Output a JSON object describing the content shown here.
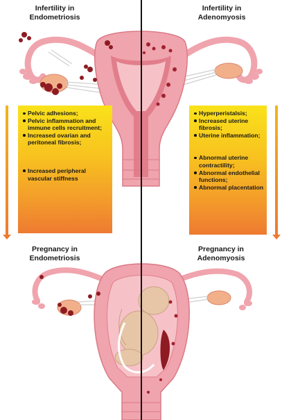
{
  "titles": {
    "infertility_endometriosis": [
      "Infertility in",
      "Endometriosis"
    ],
    "infertility_adenomyosis": [
      "Infertility in",
      "Adenomyosis"
    ],
    "pregnancy_endometriosis": [
      "Pregnancy in",
      "Endometriosis"
    ],
    "pregnancy_adenomyosis": [
      "Pregnancy in",
      "Adenomyosis"
    ]
  },
  "left_panel": {
    "items": [
      "Pelvic adhesions;",
      "Pelvic inflammation and immune cells recruitment;",
      "Increased ovarian and peritoneal fibrosis;",
      "Increased peripheral vascular stiffness"
    ]
  },
  "right_panel": {
    "items": [
      "Hyperperistalsis;",
      "Increased uterine fibrosis;",
      "Uterine inflammation;",
      "Abnormal uterine contractility;",
      "Abnormal endothelial functions;",
      "Abnormal placentation"
    ]
  },
  "colors": {
    "panel_top": "#f9e21a",
    "panel_bottom": "#ee7a31",
    "uterus": "#f0a4ad",
    "uterus_outline": "#d97a86",
    "lesion": "#8e1b22",
    "fetus": "#e7c6a8"
  }
}
